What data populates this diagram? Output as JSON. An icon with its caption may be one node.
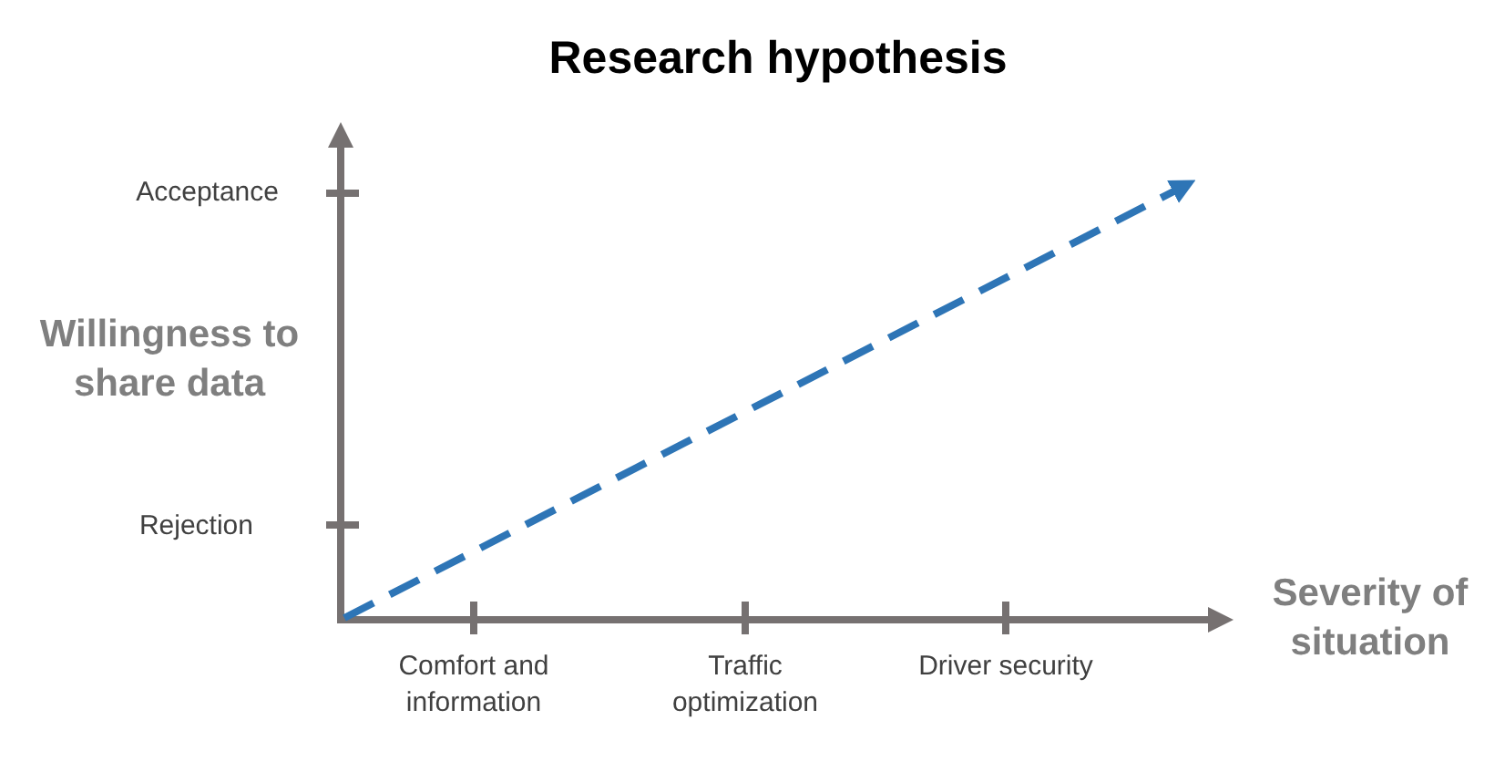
{
  "diagram": {
    "title": "Research hypothesis",
    "labels": [
      "Acceptance",
      "Willingness to share data",
      "Rejection",
      "Severity of situation",
      "Comfort and information",
      "Traffic optimization",
      "Driver security"
    ]
  }
}
